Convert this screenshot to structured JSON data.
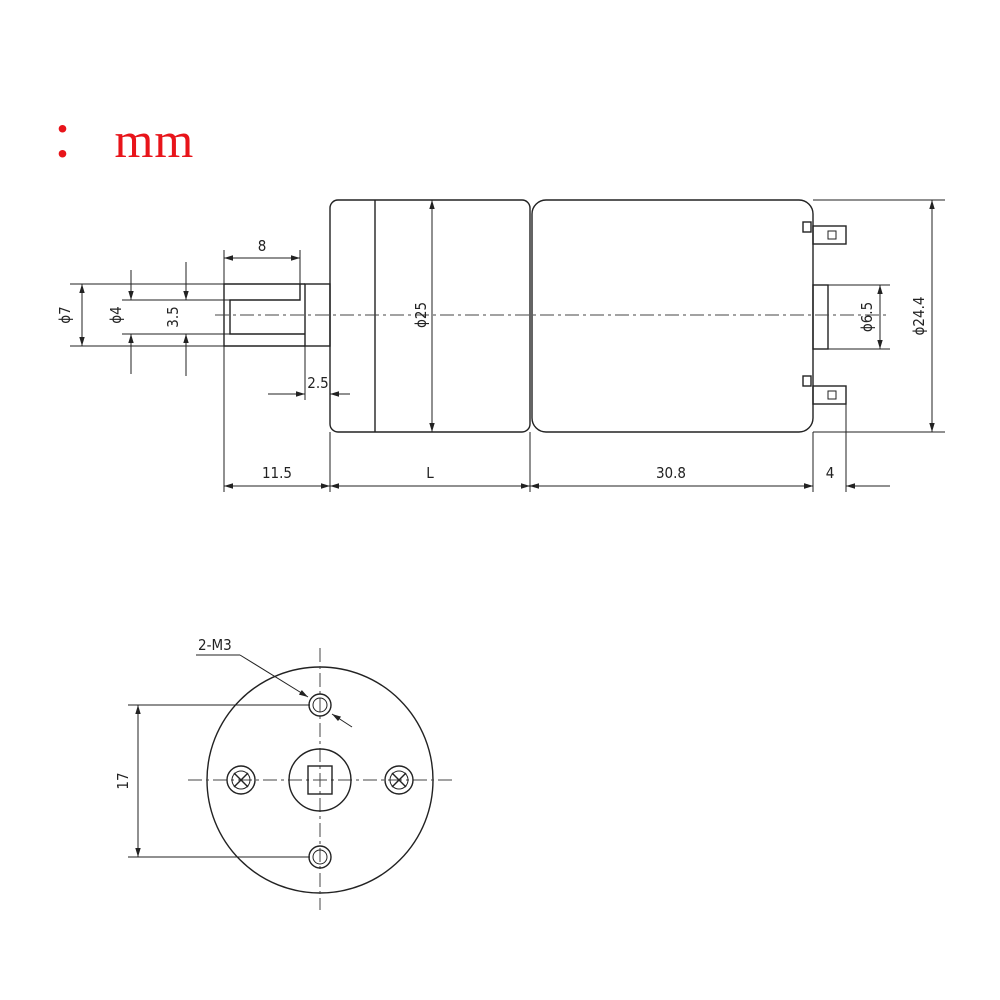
{
  "unit_label": "：  mm",
  "dimensions": {
    "shaft_length_8": "8",
    "phi7": "ϕ7",
    "phi4": "ϕ4",
    "flat_3_5": "3.5",
    "phi25": "ϕ25",
    "phi6_5": "ϕ6.5",
    "phi24_4": "ϕ24.4",
    "collar_2_5": "2.5",
    "shaft_11_5": "11.5",
    "gearbox_L": "L",
    "motor_30_8": "30.8",
    "terminal_4": "4",
    "thread_2_M3": "2-M3",
    "hole_spacing_17": "17"
  }
}
